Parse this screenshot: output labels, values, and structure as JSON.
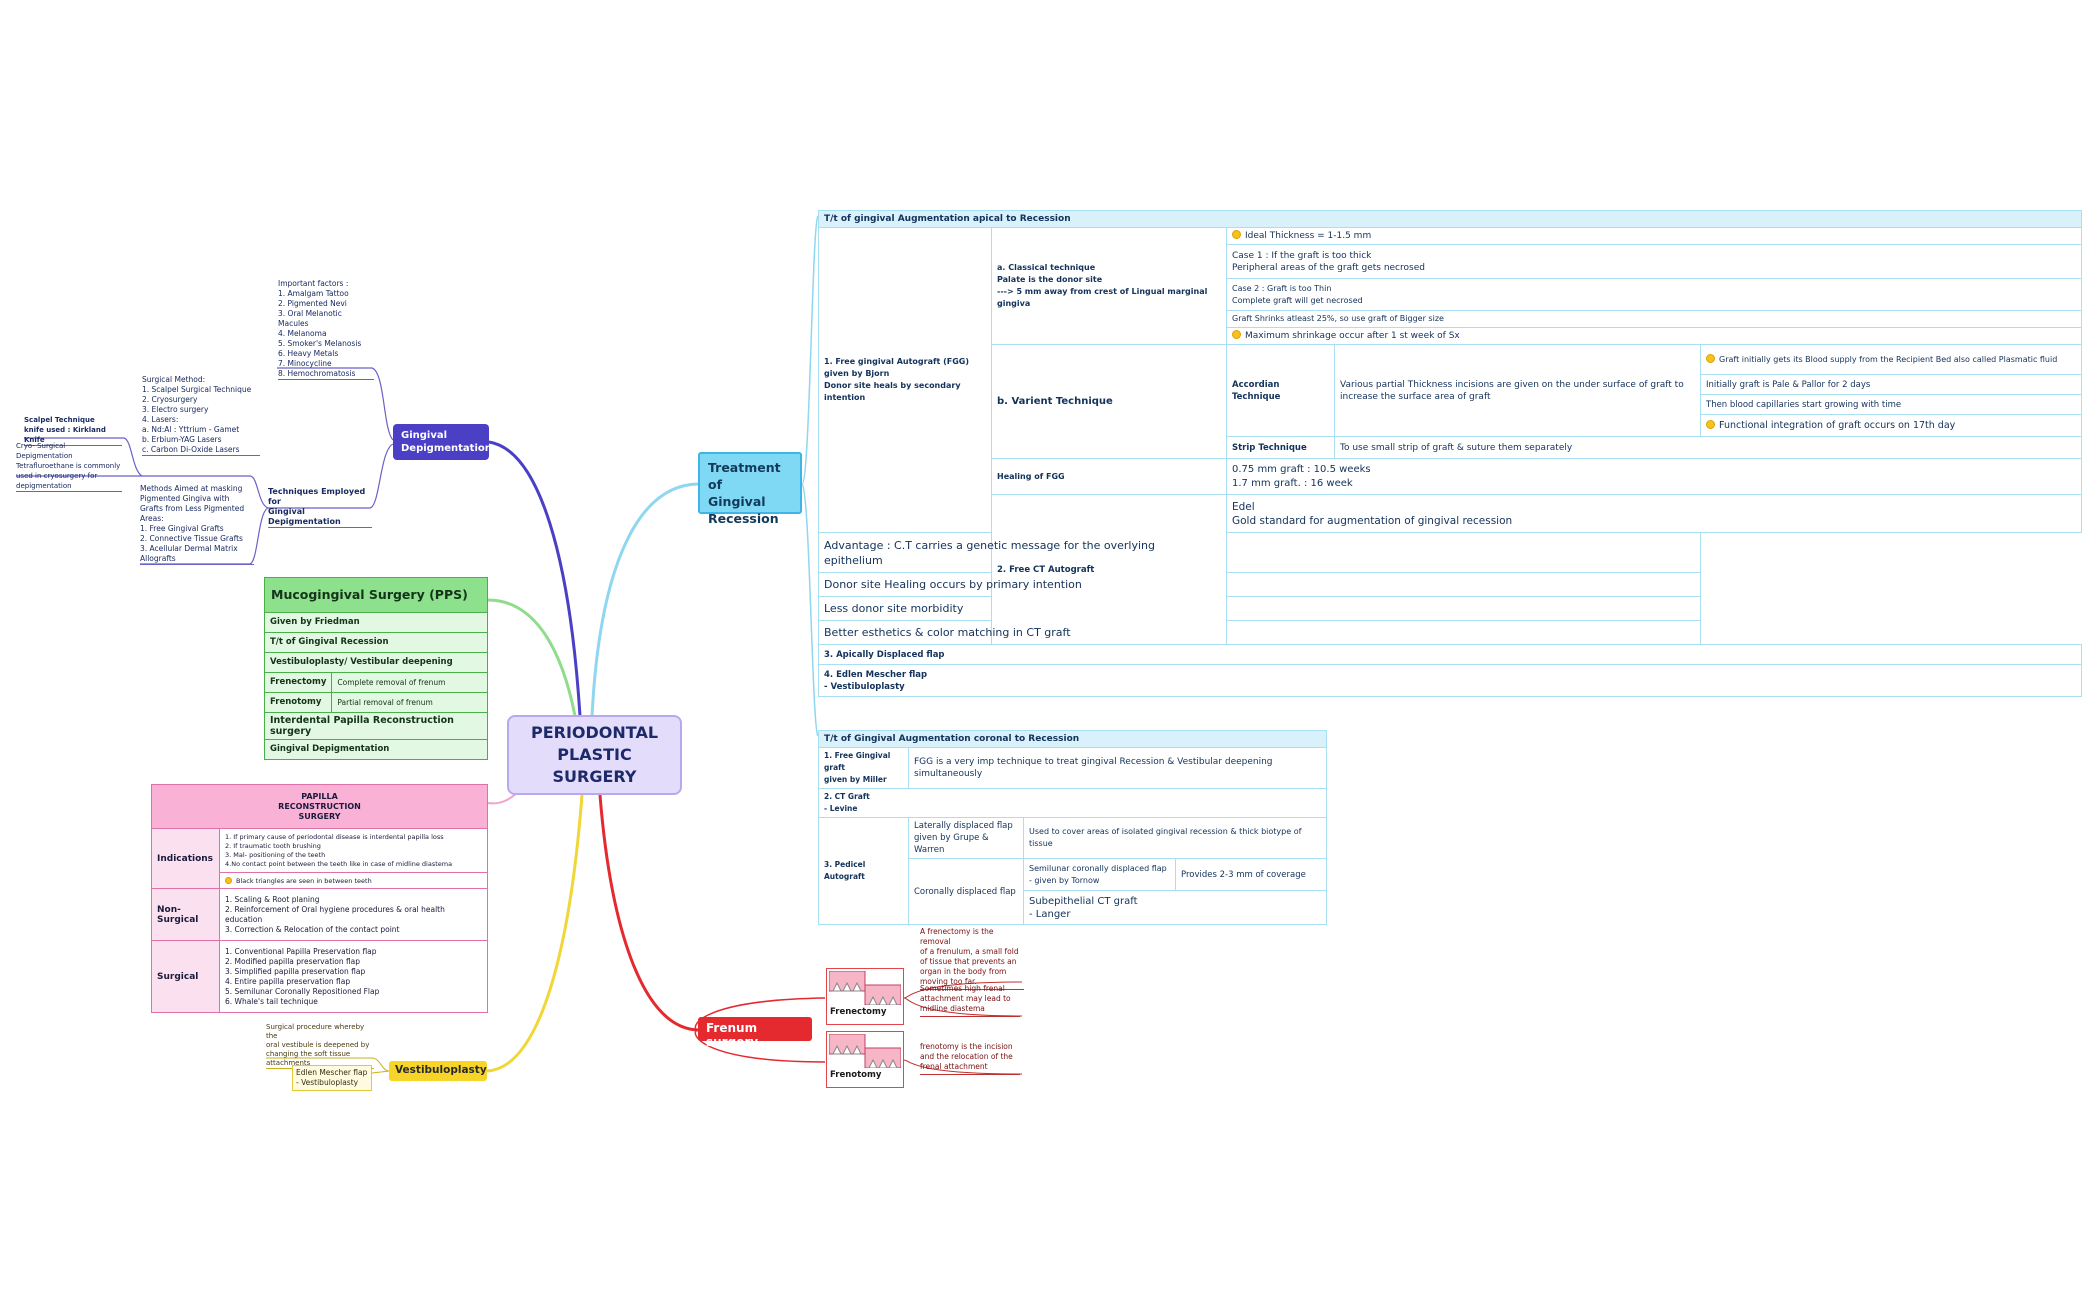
{
  "central": "PERIODONTAL\nPLASTIC\nSURGERY",
  "recession": {
    "title": "Treatment of\nGingival\nRecession",
    "apical_header": "T/t of gingival Augmentation apical to Recession",
    "fgg_label": "1. Free gingival Autograft (FGG)\ngiven by Bjorn\nDonor site heals by secondary intention",
    "classical_label": "a. Classical technique\nPalate is the donor site\n---> 5 mm away from crest of Lingual marginal gingiva",
    "classical_items": [
      "Ideal Thickness = 1-1.5 mm",
      "Case 1 : If the graft is too thick\nPeripheral areas of the graft gets necrosed",
      "Case 2 : Graft is too Thin\nComplete graft will get necrosed",
      "Graft Shrinks atleast 25%, so use graft of Bigger size",
      "Maximum shrinkage occur after 1 st week of Sx"
    ],
    "variant_label": "b. Varient Technique",
    "accordian_label": "Accordian Technique",
    "accordian_desc": "Various partial Thickness incisions are given on the under surface of graft to increase the surface area of graft",
    "accordian_items": [
      "Graft initially gets its Blood supply from the Recipient Bed also called Plasmatic fluid",
      "Initially graft is Pale & Pallor for 2 days",
      "Then blood capillaries start growing with time",
      "Functional integration of graft occurs on 17th day"
    ],
    "strip_label": "Strip Technique",
    "strip_desc": "To use small strip of graft & suture them separately",
    "healing_label": "Healing of FGG",
    "healing_desc": "0.75 mm graft : 10.5 weeks\n1.7 mm graft.  : 16 week",
    "ct_label": "2. Free CT Autograft",
    "ct_items": [
      "Edel\nGold standard for augmentation of gingival recession",
      "Advantage : C.T carries a genetic message for the overlying\nepithelium",
      "Donor site Healing occurs by primary intention",
      "Less donor site morbidity",
      "Better esthetics & color matching in CT graft"
    ],
    "apf": "3. Apically Displaced flap",
    "edlen": "4. Edlen Mescher flap\n- Vestibuloplasty",
    "coronal_header": "T/t of Gingival Augmentation coronal to Recession",
    "cor_fgg_label": "1. Free Gingival graft\ngiven by Miller",
    "cor_fgg_desc": "FGG is a very imp technique to treat gingival Recession & Vestibular deepening\nsimultaneously",
    "cor_ct": "2. CT Graft\n- Levine",
    "pedicel_label": "3. Pedicel Autograft",
    "lat_label": "Laterally displaced flap\ngiven by Grupe & Warren",
    "lat_desc": "Used to cover areas of isolated gingival recession & thick biotype of tissue",
    "cor_label": "Coronally displaced flap",
    "semi_label": "Semilunar coronally displaced flap\n- given by Tornow",
    "semi_desc": "Provides 2-3 mm of coverage",
    "subepi": "Subepithelial CT graft\n- Langer"
  },
  "depig": {
    "title": "Gingival\nDepigmentation",
    "factors": "Important factors :\n1. Amalgam Tattoo\n2. Pigmented Nevi\n3. Oral Melanotic Macules\n4. Melanoma\n5. Smoker's Melanosis\n6. Heavy Metals\n7. Minocycline\n8. Hemochromatosis",
    "techniques": "Techniques Employed for\nGingival Depigmentation",
    "surgical": "Surgical Method:\n1. Scalpel Surgical Technique\n2. Cryosurgery\n3. Electro surgery\n4. Lasers:\n   a. Nd:Al : Yttrium - Gamet\n   b. Erbium-YAG Lasers\n   c. Carbon Di-Oxide Lasers",
    "scalpel": "Scalpel Technique\nknife used : Kirkland Knife",
    "cryo": "Cryo- Surgical Depigmentation\nTetrafluroethane is commonly\nused in cryosurgery for\ndepigmentation",
    "masking": "Methods Aimed at masking\nPigmented Gingiva with\nGrafts from Less Pigmented\nAreas:\n1. Free Gingival Grafts\n2. Connective Tissue Grafts\n3. Acellular Dermal Matrix\nAllografts"
  },
  "mucogingival": {
    "title": "Mucogingival Surgery (PPS)",
    "rows": [
      "Given by Friedman",
      "T/t of Gingival Recession",
      "Vestibuloplasty/ Vestibular deepening"
    ],
    "frenectomy": "Frenectomy",
    "frenectomy_desc": "Complete removal of frenum",
    "frenotomy": "Frenotomy",
    "frenotomy_desc": "Partial removal of frenum",
    "interdental": "Interdental Papilla Reconstruction surgery",
    "depig": "Gingival Depigmentation"
  },
  "papilla": {
    "title": "PAPILLA\nRECONSTRUCTION\nSURGERY",
    "ind_label": "Indications",
    "ind_text": "1. If primary cause of periodontal disease is interdental papilla loss\n2. If traumatic tooth brushing\n3. Mal- positioning of the teeth\n4.No contact point between the teeth like in case of midline diastema",
    "ind_note": "Black triangles are seen in between teeth",
    "nonsurg_label": "Non- Surgical",
    "nonsurg_text": "1. Scaling & Root planing\n2. Reinforcement of Oral hygiene procedures & oral health education\n3. Correction & Relocation of the contact point",
    "surg_label": "Surgical",
    "surg_text": "1. Conventional Papilla Preservation flap\n2. Modified papilla preservation flap\n3. Simplified papilla preservation flap\n4. Entire papilla preservation flap\n5. Semilunar Coronally Repositioned Flap\n6. Whale's tail technique"
  },
  "vestibuloplasty": {
    "title": "Vestibuloplasty",
    "desc": "Surgical procedure whereby the\noral vestibule is deepened by\nchanging the soft tissue\nattachments",
    "edlen": "Edlen Mescher flap\n- Vestibuloplasty"
  },
  "frenum": {
    "title": "Frenum surgery",
    "frenectomy": "Frenectomy",
    "frenotomy": "Frenotomy",
    "frenectomy_desc": "A frenectomy is the removal\nof a frenulum, a small fold\nof tissue that prevents an\norgan in the body from\nmoving too far.",
    "frenectomy_note": "Sometimes high frenal\nattachment may lead to\nmidline diastema",
    "frenotomy_desc": "frenotomy is the incision\nand the relocation of the\nfrenal attachment"
  },
  "colors": {
    "recession": "#8fd6f1",
    "depig": "#4b3fc6",
    "mucogingival": "#8fdc8c",
    "papilla": "#f2a4c8",
    "vestibuloplasty": "#f1d637",
    "frenum": "#e4292f"
  }
}
